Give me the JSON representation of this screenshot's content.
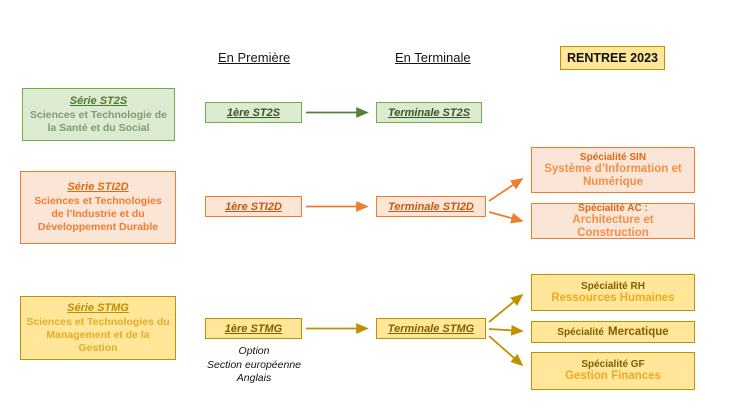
{
  "headers": {
    "premiere": "En Première",
    "terminale": "En Terminale",
    "rentree": "RENTREE 2023"
  },
  "st2s": {
    "serie_title": "Série ST2S",
    "serie_line1": "Sciences et Technologie de",
    "serie_line2": "la Santé et du Social",
    "premiere": "1ère ST2S",
    "terminale": "Terminale  ST2S"
  },
  "sti2d": {
    "serie_title": "Série STI2D",
    "serie_line1": "Sciences et Technologies",
    "serie_line2": "de l’Industrie et du",
    "serie_line3": "Développement Durable",
    "premiere": "1ère STI2D",
    "terminale": "Terminale  STI2D",
    "spec_sin_title": "Spécialité SIN",
    "spec_sin_line1": "Système d’Information et",
    "spec_sin_line2": "Numérique",
    "spec_ac_title": "Spécialité  AC :",
    "spec_ac_name": "Architecture et Construction"
  },
  "stmg": {
    "serie_title": "Série STMG",
    "serie_line1": "Sciences et Technologies du",
    "serie_line2": "Management et de la",
    "serie_line3": "Gestion",
    "premiere": "1ère STMG",
    "terminale": "Terminale  STMG",
    "option_line1": "Option",
    "option_line2": "Section européenne",
    "option_line3": "Anglais",
    "spec_rh_title": "Spécialité  RH",
    "spec_rh_name": "Ressources Humaines",
    "spec_mercatique_prefix": "Spécialité ",
    "spec_mercatique_name": "Mercatique",
    "spec_gf_title": "Spécialité  GF",
    "spec_gf_name": "Gestion Finances"
  },
  "colors": {
    "green_border": "#70ad47",
    "green_fill": "#dcead2",
    "green_dark": "#375623",
    "orange_border": "#ed7d31",
    "orange_fill": "#fbe5d6",
    "orange_dark": "#c55a11",
    "gold_border": "#bf9000",
    "gold_fill": "#ffe699",
    "gold_dark": "#7f6000",
    "gold_bright": "#e9ac22"
  }
}
